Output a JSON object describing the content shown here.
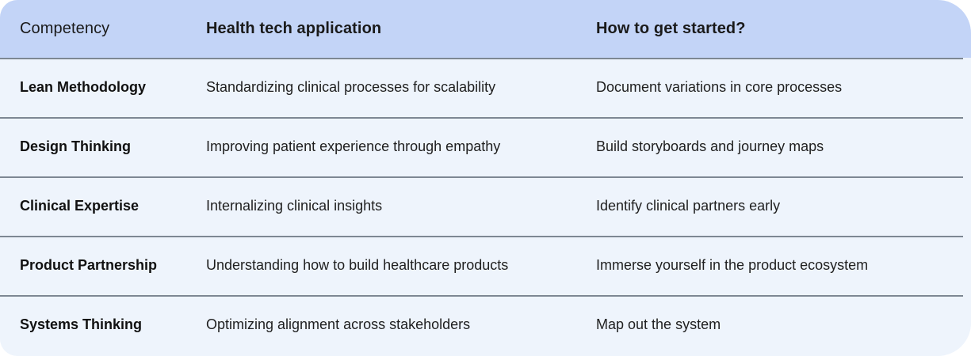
{
  "table": {
    "headers": [
      {
        "label": "Competency",
        "weight": "regular"
      },
      {
        "label": "Health tech application",
        "weight": "bold"
      },
      {
        "label": "How to get started?",
        "weight": "bold"
      }
    ],
    "rows": [
      {
        "competency": "Lean Methodology",
        "application": "Standardizing clinical processes for scalability",
        "get_started": "Document variations in core processes"
      },
      {
        "competency": "Design Thinking",
        "application": "Improving patient experience through empathy",
        "get_started": "Build storyboards and journey maps"
      },
      {
        "competency": "Clinical Expertise",
        "application": "Internalizing clinical insights",
        "get_started": "Identify clinical partners early"
      },
      {
        "competency": "Product Partnership",
        "application": "Understanding how to build healthcare products",
        "get_started": "Immerse yourself in the product ecosystem"
      },
      {
        "competency": "Systems Thinking",
        "application": "Optimizing alignment across stakeholders",
        "get_started": "Map out the system"
      }
    ]
  },
  "colors": {
    "header_background": "#c3d4f7",
    "body_background": "#eef4fc",
    "divider": "#7d8793",
    "header_text": "#1a1a1a",
    "body_text": "#1f1f1f"
  }
}
